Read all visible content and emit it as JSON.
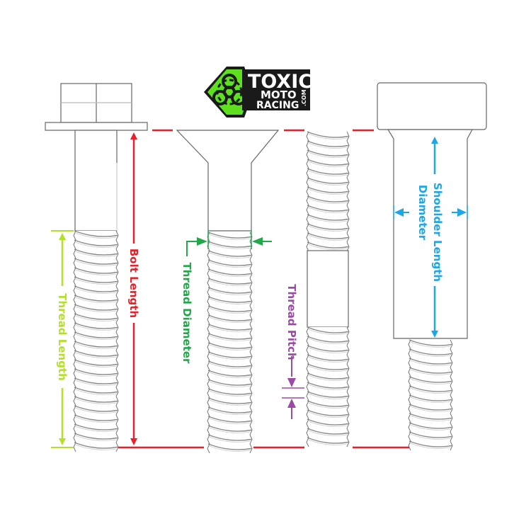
{
  "logo": {
    "word1": "TOXIC",
    "word2": "MOTO",
    "word3": "RACING",
    "suffix": ".COM"
  },
  "dimensions": {
    "bolt_length": {
      "label": "Bolt Length",
      "color": "#e8202a"
    },
    "thread_length": {
      "label": "Thread Length",
      "color": "#b4e02a"
    },
    "thread_diameter": {
      "label": "Thread Diameter",
      "color": "#22a84a"
    },
    "thread_pitch": {
      "label": "Thread Pitch",
      "color": "#9b4aa5"
    },
    "shoulder": {
      "label_line1": "Shoulder Length",
      "label_line2": "Diameter",
      "color": "#1ea6e6"
    }
  },
  "bolts": [
    {
      "name": "flanged-hex-head-bolt",
      "icon": "hex-flange-bolt-icon"
    },
    {
      "name": "flat-countersunk-bolt",
      "icon": "countersunk-bolt-icon"
    },
    {
      "name": "threaded-stud",
      "icon": "threaded-stud-icon"
    },
    {
      "name": "shoulder-bolt",
      "icon": "shoulder-bolt-icon"
    }
  ],
  "colors": {
    "outline": "#666666",
    "thread": "#8a8a8a",
    "logo_green": "#5ee01e",
    "logo_dark": "#1a1a1a"
  }
}
